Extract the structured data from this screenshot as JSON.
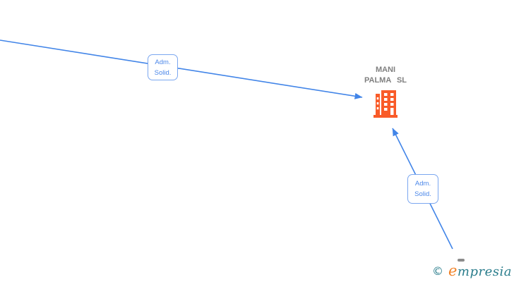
{
  "diagram": {
    "company_node": {
      "name_line1": "MANI",
      "name_line2": "PALMA SL",
      "icon": "building-icon",
      "icon_color": "#F95B28",
      "name_color": "#7F7F7F"
    },
    "edges": [
      {
        "id": "edge-1",
        "label_line1": "Adm.",
        "label_line2": "Solid.",
        "arrow": "from off-canvas upper-left into company node"
      },
      {
        "id": "edge-2",
        "label_line1": "Adm.",
        "label_line2": "Solid.",
        "arrow": "from off-canvas lower-right into company node"
      }
    ],
    "edge_color": "#4285E8",
    "label_border_color": "#7BA7F0",
    "label_text_color": "#4B87E9"
  },
  "watermark": {
    "copyright_symbol": "©",
    "brand_first_letter": "e",
    "brand_rest": "mpresia",
    "teal_color": "#2A7D8C",
    "orange_color": "#F08228"
  }
}
